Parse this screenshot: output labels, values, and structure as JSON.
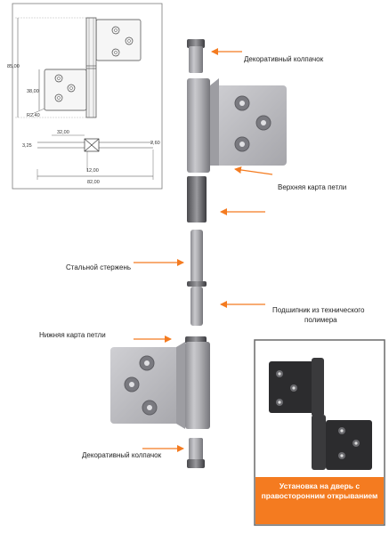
{
  "drawing": {
    "dimensions": {
      "height_total": "85,00",
      "height_lower": "38,00",
      "radius": "R2,40",
      "width_leaf": "32,00",
      "thickness_left": "3,25",
      "thickness_right": "2,60",
      "gap": "12,00",
      "width_total": "82,00"
    }
  },
  "labels": {
    "cap_top": "Декоративный колпачок",
    "upper_leaf": "Верхняя карта петли",
    "steel_pin": "Стальной стержень",
    "bearing_line1": "Подшипник из технического",
    "bearing_line2": "полимера",
    "lower_leaf": "Нижняя карта петли",
    "cap_bottom": "Декоративный колпачок"
  },
  "inset": {
    "caption_line1": "Установка на дверь с",
    "caption_line2": "правосторонним открыванием"
  },
  "colors": {
    "accent": "#f47b20",
    "metal": "#b8b8bc",
    "black_hinge": "#2a2a2a"
  }
}
